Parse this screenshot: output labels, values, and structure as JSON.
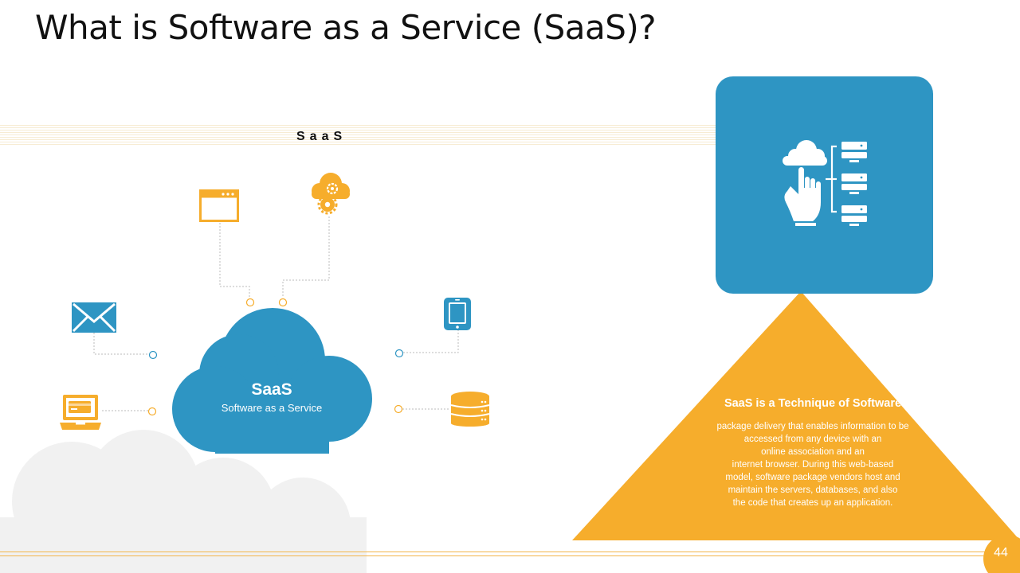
{
  "slide": {
    "title": "What is Software as a Service (SaaS)?",
    "page_number": "44"
  },
  "band": {
    "label": "SaaS"
  },
  "cloud": {
    "title": "SaaS",
    "subtitle": "Software as a Service"
  },
  "icons": {
    "browser": "browser-window-icon",
    "cloud_gear": "cloud-gear-icon",
    "mail": "envelope-icon",
    "laptop": "laptop-icon",
    "tablet": "tablet-icon",
    "database": "database-icon",
    "feature": "cloud-hand-server-icon"
  },
  "triangle": {
    "heading": "SaaS is a Technique of Software",
    "lines": [
      "package delivery that enables information to be",
      "accessed from any device with an",
      "online association and an",
      "internet browser. During this web-based",
      "model, software package vendors host and",
      "maintain the servers, databases, and also",
      "the code that creates up an application."
    ]
  },
  "colors": {
    "blue": "#2e95c3",
    "orange": "#f6ad2c",
    "title_text": "#111111"
  }
}
